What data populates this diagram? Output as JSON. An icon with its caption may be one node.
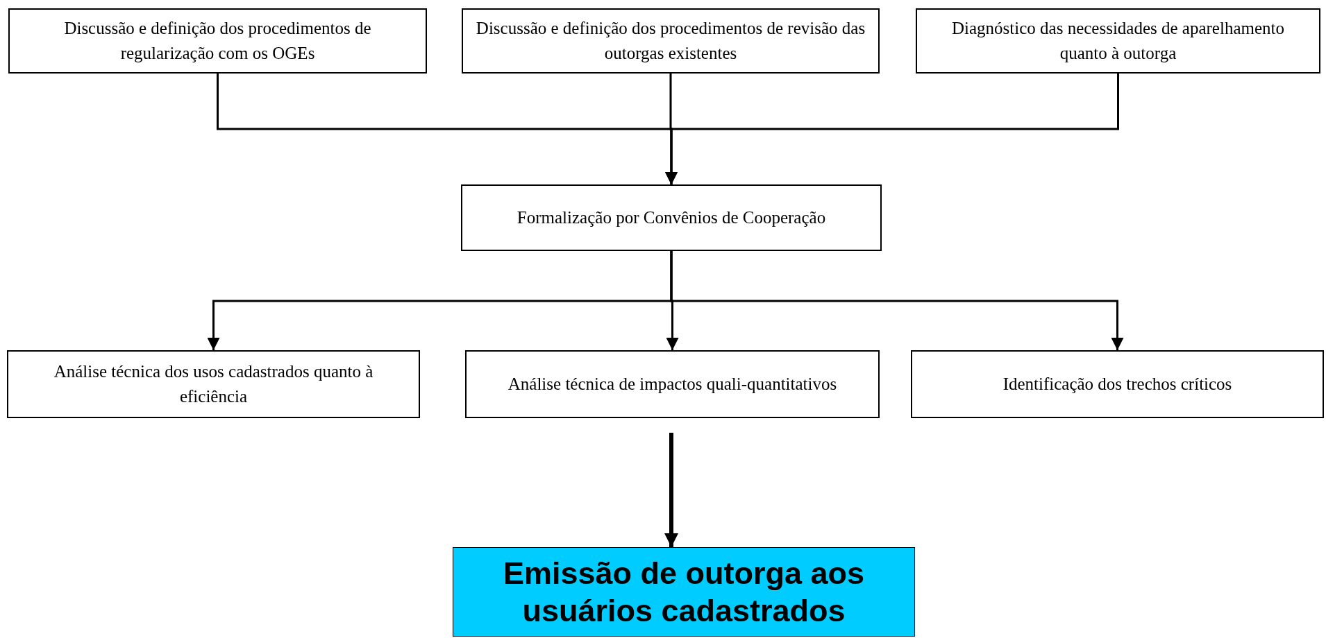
{
  "diagram": {
    "nodes": [
      {
        "text": [
          "Discussão e definição dos procedimentos de regularização com os OGEs"
        ]
      },
      {
        "text": [
          "Discussão e definição dos procedimentos de revisão das outorgas existentes"
        ]
      },
      {
        "text": [
          "Diagnóstico das necessidades de aparelhamento quanto à outorga"
        ]
      },
      {
        "text": [
          "Formalização por Convênios de Cooperação"
        ]
      },
      {
        "text": [
          "Análise técnica dos usos cadastrados quanto à eficiência"
        ]
      },
      {
        "text": [
          "Análise técnica de impactos quali-quantitativos"
        ]
      },
      {
        "text": [
          "Identificação dos trechos críticos"
        ]
      },
      {
        "text": [
          "Emissão de outorga aos usuários cadastrados"
        ]
      }
    ],
    "edges": [
      {
        "from": 0,
        "to": 3,
        "arrow": "to"
      },
      {
        "from": 1,
        "to": 3,
        "arrow": "to"
      },
      {
        "from": 2,
        "to": 3,
        "arrow": "to"
      },
      {
        "from": 3,
        "to": 4,
        "arrow": "to"
      },
      {
        "from": 3,
        "to": 5,
        "arrow": "to"
      },
      {
        "from": 3,
        "to": 6,
        "arrow": "to"
      },
      {
        "from": 5,
        "to": 7,
        "arrow": "to",
        "style": "thick"
      }
    ]
  }
}
